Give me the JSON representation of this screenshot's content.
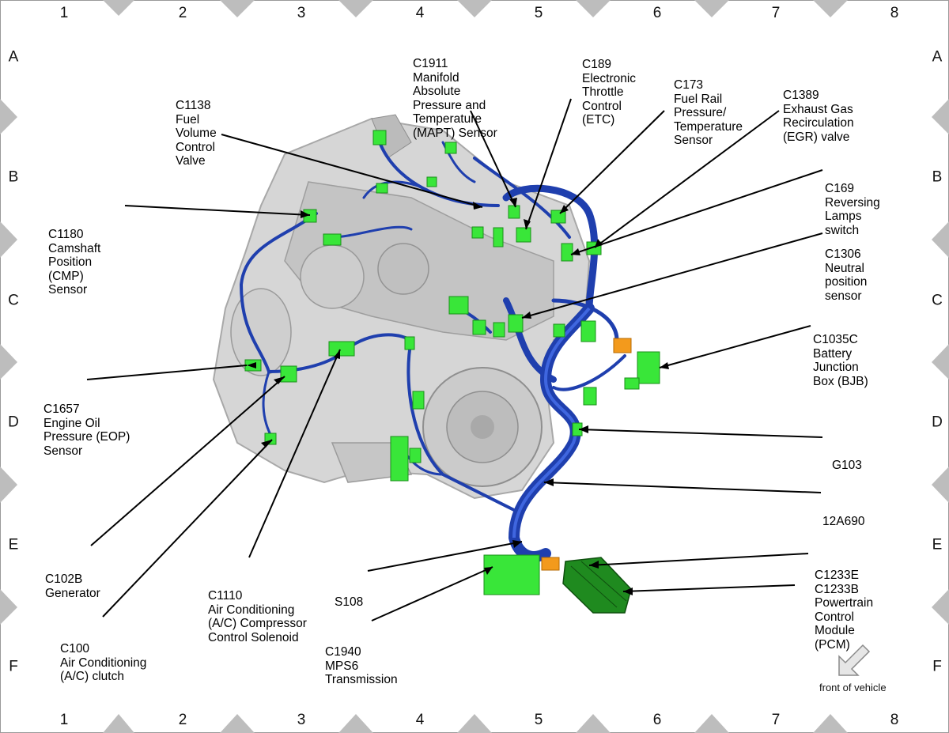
{
  "zones": {
    "columns": [
      "1",
      "2",
      "3",
      "4",
      "5",
      "6",
      "7",
      "8"
    ],
    "rows": [
      "A",
      "B",
      "C",
      "D",
      "E",
      "F"
    ]
  },
  "callouts": {
    "c1911": [
      "C1911",
      "Manifold",
      "Absolute",
      "Pressure and",
      "Temperature",
      "(MAPT) Sensor"
    ],
    "c189": [
      "C189",
      "Electronic",
      "Throttle",
      "Control",
      "(ETC)"
    ],
    "c173": [
      "C173",
      "Fuel Rail",
      "Pressure/",
      "Temperature",
      "Sensor"
    ],
    "c1389": [
      "C1389",
      "Exhaust Gas",
      "Recirculation",
      "(EGR) valve"
    ],
    "c1138": [
      "C1138",
      "Fuel",
      "Volume",
      "Control",
      "Valve"
    ],
    "c169": [
      "C169",
      "Reversing",
      "Lamps",
      "switch"
    ],
    "c1180": [
      "C1180",
      "Camshaft",
      "Position",
      "(CMP)",
      "Sensor"
    ],
    "c1306": [
      "C1306",
      "Neutral",
      "position",
      "sensor"
    ],
    "c1035c": [
      "C1035C",
      "Battery",
      "Junction",
      "Box (BJB)"
    ],
    "c1657": [
      "C1657",
      "Engine Oil",
      "Pressure (EOP)",
      "Sensor"
    ],
    "g103": [
      "G103"
    ],
    "harness": [
      "12A690"
    ],
    "c102b": [
      "C102B",
      "Generator"
    ],
    "c1110": [
      "C1110",
      "Air Conditioning",
      "(A/C) Compressor",
      "Control Solenoid"
    ],
    "s108": [
      "S108"
    ],
    "pcm": [
      "C1233E",
      "C1233B",
      "Powertrain",
      "Control",
      "Module",
      "(PCM)"
    ],
    "c100": [
      "C100",
      "Air Conditioning",
      "(A/C) clutch"
    ],
    "c1940": [
      "C1940",
      "MPS6",
      "Transmission"
    ]
  },
  "front_of_vehicle": "front of vehicle",
  "colors": {
    "engine": "#cfcfcf",
    "harness": "#1f3fae",
    "connector": "#39e639",
    "pcm": "#1f8a1f",
    "orange_connector": "#f39a1c",
    "border_marker": "#b5b5b5"
  }
}
